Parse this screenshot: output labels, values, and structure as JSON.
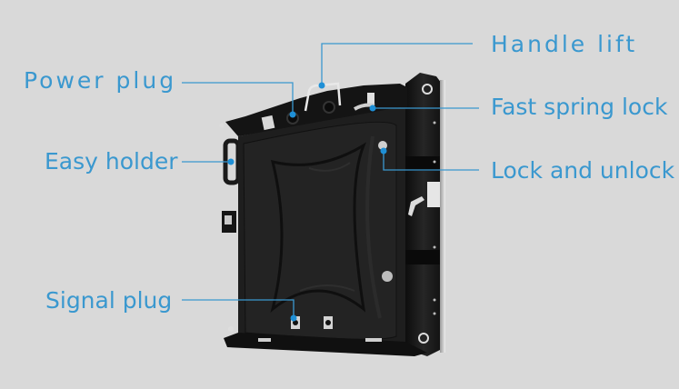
{
  "figure": {
    "subject": "LED display cabinet rear view",
    "background_color": "#d9d9d9",
    "accent_color": "#3a98cf",
    "panel_color": "#1c1c1c"
  },
  "callouts": [
    {
      "id": "handle_lift",
      "label": "Handle lift",
      "side": "right"
    },
    {
      "id": "power_plug",
      "label": "Power plug",
      "side": "left"
    },
    {
      "id": "fast_spring_lock",
      "label": "Fast spring lock",
      "side": "right"
    },
    {
      "id": "easy_holder",
      "label": "Easy holder",
      "side": "left"
    },
    {
      "id": "lock_and_unlock",
      "label": "Lock and unlock",
      "side": "right"
    },
    {
      "id": "signal_plug",
      "label": "Signal plug",
      "side": "left"
    }
  ]
}
